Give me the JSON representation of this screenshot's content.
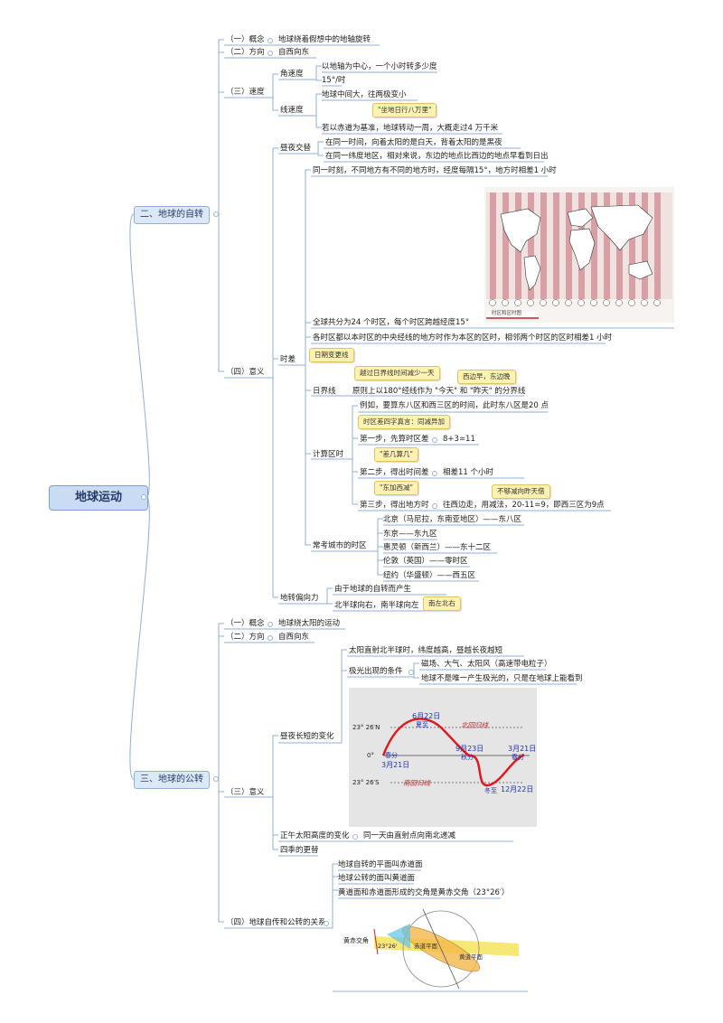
{
  "root": "地球运动",
  "rotation": {
    "title": "二、地球的自转",
    "concept_label": "（一）概念",
    "concept_text": "地球绕着假想中的地轴旋转",
    "direction_label": "（二）方向",
    "direction_text": "自西向东",
    "speed_label": "（三）速度",
    "angular_label": "角速度",
    "angular_1": "以地轴为中心，一个小时转多少度",
    "angular_2": "15°/时",
    "linear_label": "线速度",
    "linear_1": "地球中间大，往两极变小",
    "linear_note": "\"坐地日行八万里\"",
    "linear_2": "若以赤道为基准，地球转动一周，大概走过4 万千米",
    "meaning_label": "（四）意义",
    "daynight_label": "昼夜交替",
    "daynight_1": "在同一时间，向着太阳的是白天，背着太阳的是黑夜",
    "daynight_2": "在同一纬度地区，相对来说，东边的地点比西边的地点早看到日出",
    "timediff_label": "时差",
    "timediff_1": "同一时刻，不同地方有不同的地方时，经度每隔15°，地方时相差1 小时",
    "map_caption": "时区和区时图",
    "timediff_2": "全球共分为24 个时区，每个时区跨越经度15°",
    "timediff_3": "各时区都以本时区的中央经线的地方时作为本区的区时，相邻两个时区的区时相差1 小时",
    "dateline_note": "日期变更线",
    "dateline_label": "日界线",
    "dateline_note2": "越过日界线时间减少一天",
    "dateline_note3": "西边早，东边晚",
    "dateline_text": "原则上以180°经线作为 \"今天\" 和 \"昨天\" 的分界线",
    "calc_label": "计算区时",
    "calc_example": "例如，要算东八区和西三区的时间，此时东八区是20 点",
    "calc_note1": "时区差四字真言：同减异加",
    "calc_step1": "第一步，先算时区差",
    "calc_step1_val": "8+3=11",
    "calc_note2": "\"差几算几\"",
    "calc_step2": "第二步，得出时间差",
    "calc_step2_val": "相差11 个小时",
    "calc_note3": "\"东加西减\"",
    "calc_note4": "不够减向昨天借",
    "calc_step3": "第三步，得出地方时",
    "calc_step3_val": "往西边走，用减法，20-11=9，即西三区为9点",
    "cities_label": "常考城市的时区",
    "cities": [
      "北京（马尼拉，东南亚地区）——东八区",
      "东京——东九区",
      "惠灵顿（新西兰）——东十二区",
      "伦敦（英国）——零时区",
      "纽约（华盛顿）——西五区"
    ],
    "deflect_label": "地转偏向力",
    "deflect_1": "由于地球的自转而产生",
    "deflect_2": "北半球向右，南半球向左",
    "deflect_note": "南左北右"
  },
  "revolution": {
    "title": "三、地球的公转",
    "concept_label": "（一）概念",
    "concept_text": "地球绕太阳的运动",
    "direction_label": "（二）方向",
    "direction_text": "自西向东",
    "meaning_label": "（三）意义",
    "daylen_label": "昼夜长短的变化",
    "daylen_1": "太阳直射北半球时，纬度越高，昼越长夜越短",
    "aurora_label": "极光出现的条件",
    "aurora_1": "磁场、大气、太阳风（高速带电粒子）",
    "aurora_2": "地球不是唯一产生极光的，只是在地球上能看到",
    "noon_label": "正午太阳高度的变化",
    "noon_text": "同一天由直射点向南北递减",
    "seasons_label": "四季的更替",
    "relation_label": "（四）地球自传和公转的关系",
    "relation_1": "地球自转的平面叫赤道面",
    "relation_2": "地球公转的面叫黄道面",
    "relation_3": "黄道面和赤道面形成的交角是黄赤交角（23°26′）",
    "rel_fig_angle": "黄赤交角",
    "rel_fig_deg": "23°26'",
    "rel_fig_eq": "赤道平面",
    "rel_fig_ecl": "黄道平面"
  },
  "solar_chart": {
    "lat_north": "23° 26′N",
    "lat_zero": "0°",
    "lat_south": "23° 26′S",
    "date_jun": "6月22日",
    "label_jun": "夏至",
    "date_mar": "3月21日",
    "label_mar": "春分",
    "date_sep": "9月23日",
    "label_sep": "秋分",
    "date_mar2": "3月21日",
    "label_mar2": "春分",
    "date_dec": "12月22日",
    "label_dec": "冬至",
    "north_line": "北回归线",
    "south_line": "南回归线"
  },
  "colors": {
    "line": "#8fb0d8",
    "node_fill": "#dce8f6",
    "note_fill": "#fff2b3",
    "curve": "#e0191f"
  }
}
